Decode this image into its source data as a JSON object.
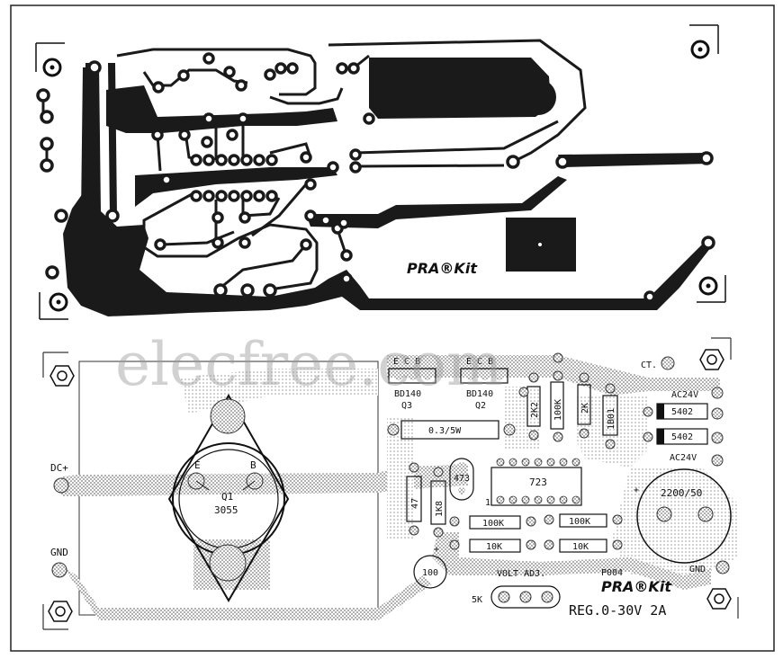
{
  "watermark": "elecfree.com",
  "pcb": {
    "brand": "PRA®Kit"
  },
  "overlay": {
    "brand": "PRA®Kit",
    "board_code": "P004",
    "board_title": "REG.0-30V 2A",
    "transistor_q3": {
      "pins": "E C B",
      "part": "BD140",
      "ref": "Q3"
    },
    "transistor_q2": {
      "pins": "E C B",
      "part": "BD140",
      "ref": "Q2"
    },
    "resistor_power": "0.3/5W",
    "resistors_vertical": [
      "2K2",
      "100K",
      "2K",
      "1K8",
      "47"
    ],
    "diode_vertical": "1B01",
    "terminals": {
      "ct": "CT.",
      "ac_top": "AC24V",
      "ac_bottom": "AC24V",
      "dc_plus": "DC+",
      "gnd_left": "GND",
      "gnd_right": "GND"
    },
    "diodes": [
      "5402",
      "5402"
    ],
    "capacitor_main": "2200/50",
    "cap_plus": "+",
    "cap_small": "473",
    "cap_electrolytic": "100",
    "cap_electrolytic_plus": "+",
    "ic": {
      "label": "723",
      "pin1": "1"
    },
    "resistors_horizontal": [
      "100K",
      "10K",
      "100K",
      "10K"
    ],
    "volt_adj": "VOLT ADJ.",
    "pot_value": "5K",
    "q1": {
      "emitter": "E",
      "base": "B",
      "ref": "Q1",
      "part": "3055"
    }
  },
  "colors": {
    "copper": "#1a1a1a",
    "silkscreen": "#111111",
    "halftone": "#8c8c8c",
    "paper": "#ffffff"
  }
}
